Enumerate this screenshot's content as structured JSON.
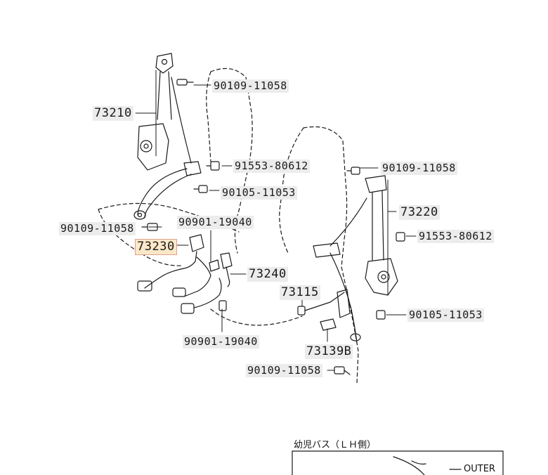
{
  "parts": {
    "p73210": "73210",
    "p73220": "73220",
    "p73230": "73230",
    "p73240": "73240",
    "p73115": "73115",
    "p73139b": "73139B",
    "bolt_top_left": "90109-11058",
    "bolt_top_right": "90109-11058",
    "bolt_left_lower": "90109-11058",
    "bolt_bottom": "90109-11058",
    "nut_left": "91553-80612",
    "nut_right": "91553-80612",
    "screw_left": "90105-11053",
    "screw_right": "90105-11053",
    "clip_upper": "90901-19040",
    "clip_lower": "90901-19040"
  },
  "inset": {
    "title": "幼児バス（ＬＨ側）",
    "outer_label": "OUTER"
  },
  "colors": {
    "line": "#1a1a1a",
    "label_bg": "#ececec",
    "highlight_bg": "#fbe8c8",
    "highlight_border": "#e0a08a"
  }
}
